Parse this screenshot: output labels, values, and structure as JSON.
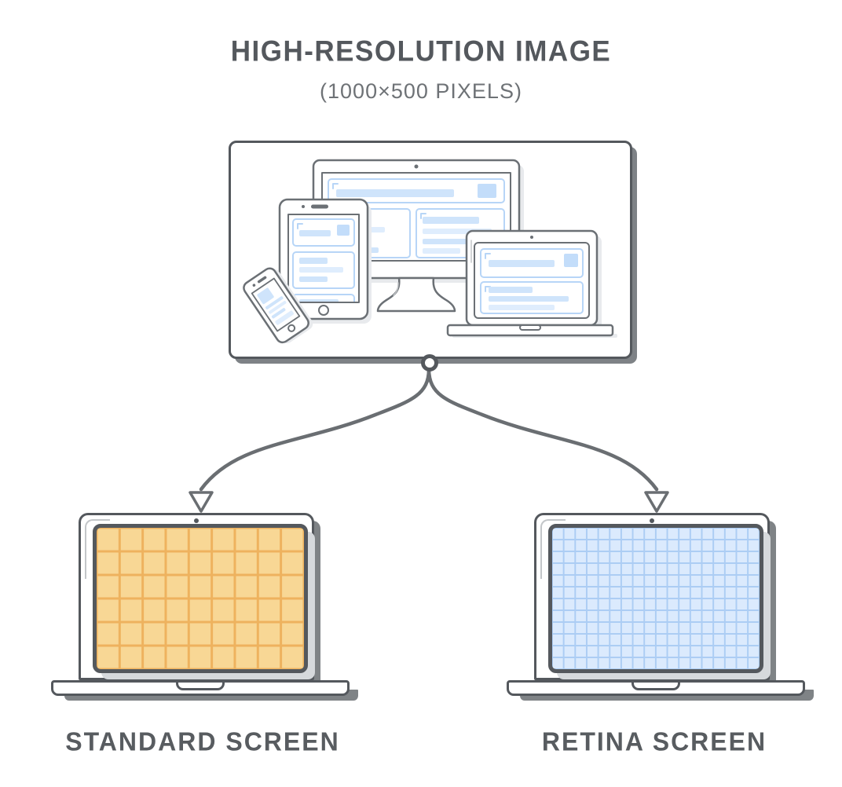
{
  "header": {
    "title": "HIGH-RESOLUTION IMAGE",
    "subtitle": "(1000×500 PIXELS)"
  },
  "source_panel": {
    "devices": [
      "desktop-monitor",
      "tablet",
      "smartphone",
      "laptop"
    ],
    "content_style": "blue wireframe cards"
  },
  "screens": {
    "standard": {
      "label": "STANDARD SCREEN",
      "grid_cols": 9,
      "grid_rows": 6,
      "screen_fill": "#f8d795",
      "grid_line": "#eeb25e"
    },
    "retina": {
      "label": "RETINA SCREEN",
      "grid_cols": 18,
      "grid_rows": 12,
      "screen_fill": "#dbeafd",
      "grid_line": "#accdf4"
    }
  },
  "colors": {
    "outline_dark": "#54585d",
    "illustration_stroke": "#6b7075",
    "arrow": "#6a6e72",
    "shadow_dark": "#7f8386",
    "shadow_light": "#d6d9dc",
    "wireframe_border": "#b7d5f7",
    "wireframe_bar": "#cfe4fb",
    "wireframe_block": "#c3ddfa",
    "text_dark": "#54585d",
    "text_mid": "#6e7276"
  }
}
